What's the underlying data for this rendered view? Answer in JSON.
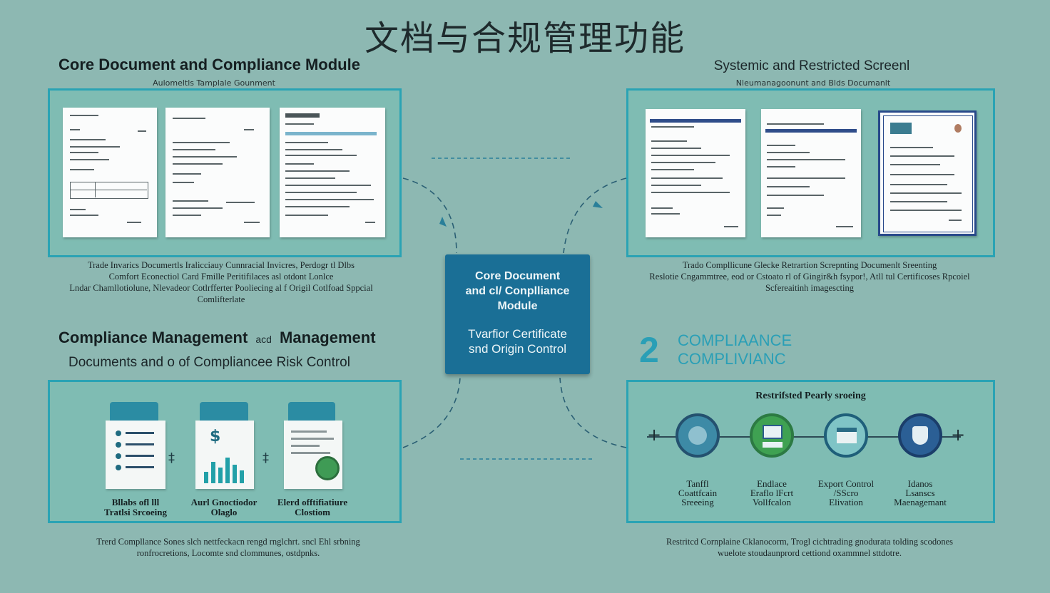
{
  "page_title": "文档与合规管理功能",
  "top_left": {
    "title": "Core Document and Compliance Module",
    "subtitle": "Aulomeltls Tamplale Gounment",
    "caption_lines": [
      "Trade Invarics Documertls Iralicciauy Cunnracial Invicres, Perdogr tl Dlbs",
      "Comfort Econectiol Card Fmille Peritifilaces asl otdont Lonlce",
      "Lndar Chamllotiolune, Nlevadeor Cotlrfferter Pooliecing al f Origil Cotlfoad Sppcial",
      "Comlifterlate"
    ]
  },
  "top_right": {
    "title": "Systemic and Restricted Screenl",
    "subtitle": "Nleumanagoonunt and Blds Documanlt",
    "caption_lines": [
      "Trado Compllicune Glecke Retrartion Screpnting Documenlt Sreenting",
      "Reslotie Cngammtree, eod or Cstoato rl of Gingir&h fsypor!, Atll tul Certificoses Rpcoiel",
      "Scfereaitinh imagescting"
    ]
  },
  "center": {
    "line1": "Core Document",
    "line2": "and cl/ Conplliance",
    "line3": "Module",
    "line4": "Tvarfior Certificate",
    "line5": "snd Origin Control"
  },
  "bottom_left": {
    "title": "Compliance Management",
    "title_mid": "acd",
    "title_end": "Management",
    "subtitle": "Documents and o of Compliancee  Risk Control",
    "icons": [
      {
        "icon": "list-document-icon",
        "label_l1": "Bllabs ofl lll",
        "label_l2": "Tratlsi Srcoeing"
      },
      {
        "icon": "chart-document-icon",
        "label_l1": "Aurl Gnoctiodor",
        "label_l2": "Olaglo"
      },
      {
        "icon": "seal-document-icon",
        "label_l1": "Elerd offtifiatiure",
        "label_l2": "Clostiom"
      }
    ],
    "caption_lines": [
      "Trerd Compllance Sones slch nettfeckacn rengd rnglchrt. sncl Ehl srbning",
      "ronfrocretions, Locomte snd clommunes, ostdpnks."
    ]
  },
  "bottom_right": {
    "number": "2",
    "heading1": "COMPLIAANCE",
    "heading2": "COMPLIVIANC",
    "panel_title": "Restrifsted Pearly sroeing",
    "plus_left": "+",
    "plus_right": "+",
    "items": [
      {
        "icon": "globe-icon",
        "l1": "Tanffl",
        "l2": "Coattfcain",
        "l3": "Sreeeing"
      },
      {
        "icon": "document-check-icon",
        "l1": "Endlace",
        "l2": "Eraflo lFcrt",
        "l3": "Vollfcalon"
      },
      {
        "icon": "building-icon",
        "l1": "Export Control",
        "l2": "/SScro",
        "l3": "Elivation"
      },
      {
        "icon": "shield-icon",
        "l1": "Idanos",
        "l2": "Lsanscs",
        "l3": "Maenagemant"
      }
    ],
    "caption_lines": [
      "Restritcd Cornplaine Cklanocorm, Trogl cichtrading gnodurata tolding scodones",
      "wuelote stoudaunprord cettiond oxammnel sttdotre."
    ]
  },
  "colors": {
    "background": "#8db8b2",
    "panel_border": "#2aa3b4",
    "center_box": "#1a6f96",
    "accent_teal": "#2b8ca3"
  }
}
